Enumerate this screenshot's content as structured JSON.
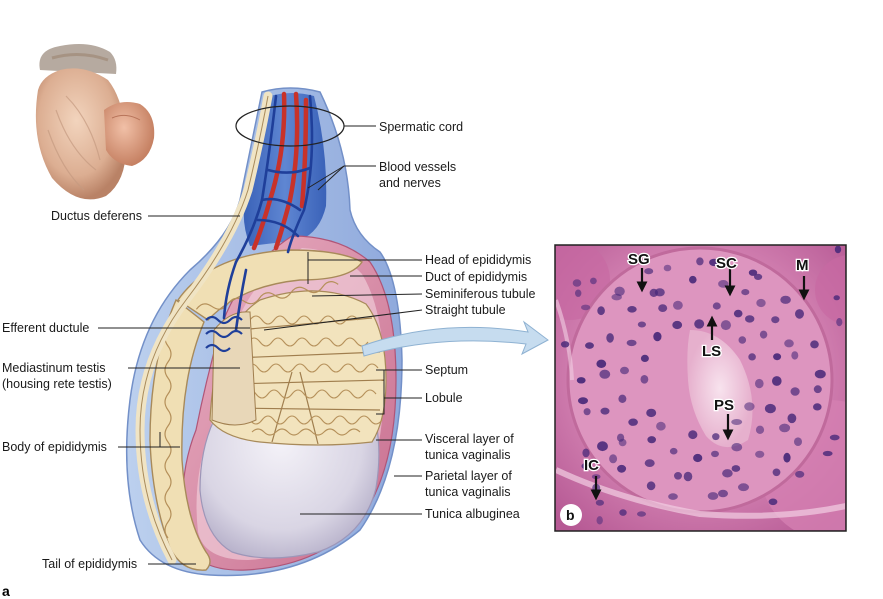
{
  "labels": {
    "spermatic_cord": "Spermatic cord",
    "blood_vessels_1": "Blood vessels",
    "blood_vessels_2": "and nerves",
    "ductus_deferens": "Ductus deferens",
    "head_epididymis": "Head of epididymis",
    "duct_epididymis": "Duct of epididymis",
    "seminiferous_tubule": "Seminiferous tubule",
    "straight_tubule": "Straight tubule",
    "efferent_ductule": "Efferent ductule",
    "mediastinum_1": "Mediastinum testis",
    "mediastinum_2": "(housing rete testis)",
    "septum": "Septum",
    "lobule": "Lobule",
    "body_epididymis": "Body of epididymis",
    "visceral_1": "Visceral layer of",
    "visceral_2": "tunica vaginalis",
    "parietal_1": "Parietal layer of",
    "parietal_2": "tunica vaginalis",
    "tunica_albuginea": "Tunica albuginea",
    "tail_epididymis": "Tail of epididymis"
  },
  "micrograph": {
    "SG": "SG",
    "SC": "SC",
    "M": "M",
    "LS": "LS",
    "PS": "PS",
    "IC": "IC",
    "panel_letter": "b"
  },
  "panel_a_letter": "a",
  "colors": {
    "tissue_pink": "#d48aa6",
    "cord_blue": "#2f5fb3",
    "vessel_red": "#c8322a",
    "tubule_cream": "#f0dfb4",
    "albuginea": "#dcd8e6",
    "stain_bg": "#c8669c",
    "nucleus": "#4a2a7a"
  }
}
